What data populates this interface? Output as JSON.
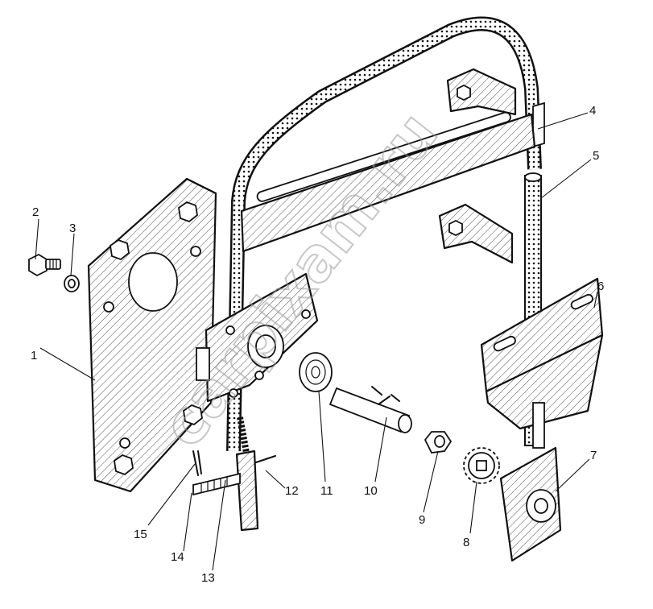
{
  "watermark": "carpixam.ru",
  "callouts": [
    {
      "id": "1",
      "label": "1"
    },
    {
      "id": "2",
      "label": "2"
    },
    {
      "id": "3",
      "label": "3"
    },
    {
      "id": "4",
      "label": "4"
    },
    {
      "id": "5",
      "label": "5"
    },
    {
      "id": "6",
      "label": "6"
    },
    {
      "id": "7",
      "label": "7"
    },
    {
      "id": "8",
      "label": "8"
    },
    {
      "id": "9",
      "label": "9"
    },
    {
      "id": "10",
      "label": "10"
    },
    {
      "id": "11",
      "label": "11"
    },
    {
      "id": "12",
      "label": "12"
    },
    {
      "id": "13",
      "label": "13"
    },
    {
      "id": "14",
      "label": "14"
    },
    {
      "id": "15",
      "label": "15"
    }
  ]
}
